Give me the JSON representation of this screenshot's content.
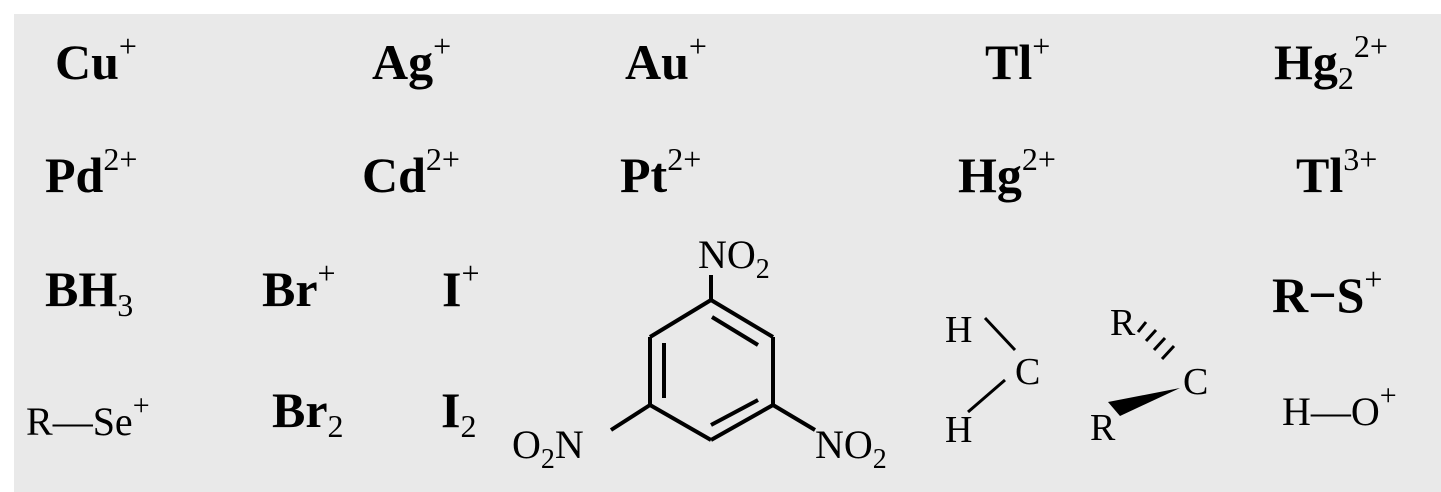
{
  "species": {
    "cu": {
      "el": "Cu",
      "ch": "+"
    },
    "ag": {
      "el": "Ag",
      "ch": "+"
    },
    "au": {
      "el": "Au",
      "ch": "+"
    },
    "tl1": {
      "el": "Tl",
      "ch": "+"
    },
    "hg2": {
      "el": "Hg",
      "sub": "2",
      "ch": "2+"
    },
    "pd": {
      "el": "Pd",
      "ch": "2+"
    },
    "cd": {
      "el": "Cd",
      "ch": "2+"
    },
    "pt": {
      "el": "Pt",
      "ch": "2+"
    },
    "hg": {
      "el": "Hg",
      "ch": "2+"
    },
    "tl3": {
      "el": "Tl",
      "ch": "3+"
    },
    "bh3": {
      "el": "BH",
      "sub": "3"
    },
    "brp": {
      "el": "Br",
      "ch": "+"
    },
    "ip": {
      "el": "I",
      "ch": "+"
    },
    "rs": {
      "el": "R",
      "bond": "−",
      "el2": "S",
      "ch": "+"
    },
    "rse": {
      "el": "R",
      "bond": "—",
      "el2": "Se",
      "ch": "+"
    },
    "br2": {
      "el": "Br",
      "sub": "2"
    },
    "i2": {
      "el": "I",
      "sub": "2"
    },
    "ho": {
      "el": "H",
      "bond": "—",
      "el2": "O",
      "ch": "+"
    }
  },
  "trinitrobenzene": {
    "top": "NO",
    "top_sub": "2",
    "left_pre": "O",
    "left_sub": "2",
    "left_post": "N",
    "right": "NO",
    "right_sub": "2"
  },
  "carbocation": {
    "h_top": "H",
    "h_bottom": "H",
    "c_left": "C",
    "r_top": "R",
    "r_bottom": "R",
    "c_right": "C"
  }
}
